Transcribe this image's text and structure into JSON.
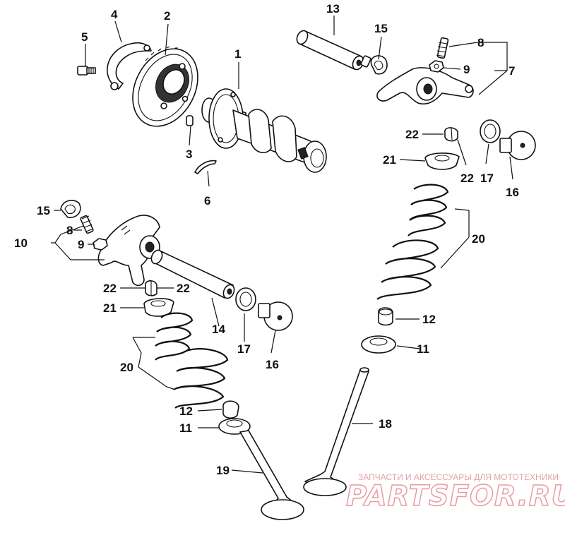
{
  "callouts": {
    "c1": "1",
    "c2": "2",
    "c3": "3",
    "c4": "4",
    "c5": "5",
    "c6": "6",
    "c7": "7",
    "c8a": "8",
    "c8b": "8",
    "c9a": "9",
    "c9b": "9",
    "c10": "10",
    "c11a": "11",
    "c11b": "11",
    "c12a": "12",
    "c12b": "12",
    "c13": "13",
    "c14": "14",
    "c15a": "15",
    "c15b": "15",
    "c16a": "16",
    "c16b": "16",
    "c17a": "17",
    "c17b": "17",
    "c18": "18",
    "c19": "19",
    "c20a": "20",
    "c20b": "20",
    "c21a": "21",
    "c21b": "21",
    "c22a": "22",
    "c22b": "22",
    "c22c": "22",
    "c22d": "22"
  },
  "watermark": {
    "tagline": "ЗАПЧАСТИ И АКСЕССУАРЫ ДЛЯ МОТОТЕХНИКИ",
    "brand": "PARTSFOR.RU"
  }
}
